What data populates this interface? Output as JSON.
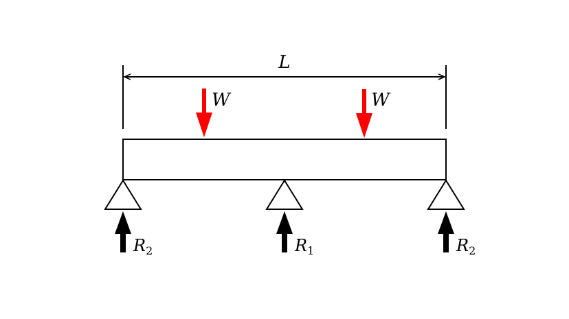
{
  "dimension": {
    "label": "L"
  },
  "loads": [
    {
      "label": "W",
      "color": "#ff0000"
    },
    {
      "label": "W",
      "color": "#ff0000"
    }
  ],
  "reactions": [
    {
      "symbol": "R",
      "subscript": "2",
      "color": "#000000"
    },
    {
      "symbol": "R",
      "subscript": "1",
      "color": "#000000"
    },
    {
      "symbol": "R",
      "subscript": "2",
      "color": "#000000"
    }
  ],
  "colors": {
    "line": "#000000",
    "load": "#ff0000",
    "reaction": "#000000",
    "background": "#ffffff"
  }
}
